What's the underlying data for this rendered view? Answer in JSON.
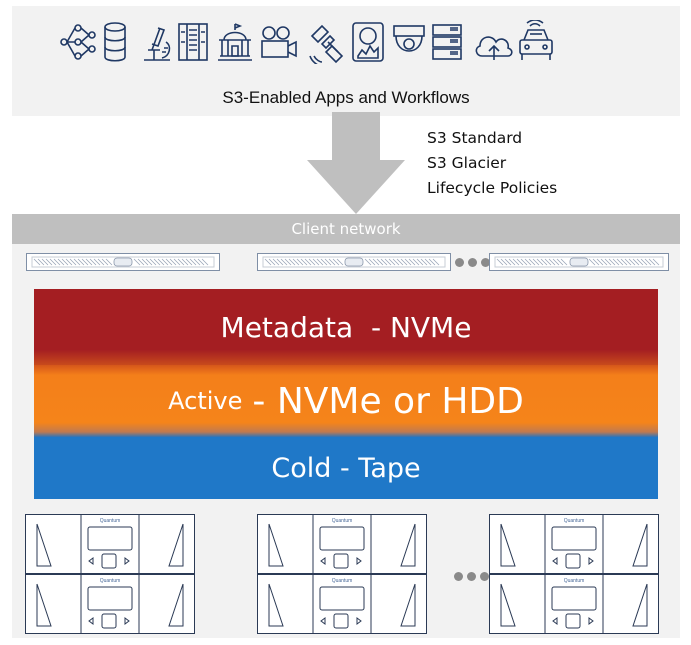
{
  "apps_panel": {
    "label": "S3-Enabled Apps and Workflows",
    "icons": [
      "neural-network-icon",
      "database-icon",
      "microscope-icon",
      "server-cabinet-icon",
      "government-building-icon",
      "video-camera-icon",
      "satellite-icon",
      "medical-imaging-icon",
      "security-camera-icon",
      "server-rack-icon",
      "cloud-upload-icon",
      "autonomous-car-icon"
    ]
  },
  "protocols": [
    "S3 Standard",
    "S3 Glacier",
    "Lifecycle Policies"
  ],
  "network": {
    "label": "Client network"
  },
  "tiers": {
    "metadata": "Metadata  - NVMe",
    "active_prefix": "Active",
    "active_main": "- NVMe or HDD",
    "cold": "Cold - Tape"
  },
  "library_brand": "Quantum",
  "colors": {
    "metadata": "#a41e22",
    "active": "#f5841a",
    "cold": "#1f78c8",
    "network": "#bfbfbf",
    "panel": "#f2f2f2"
  }
}
